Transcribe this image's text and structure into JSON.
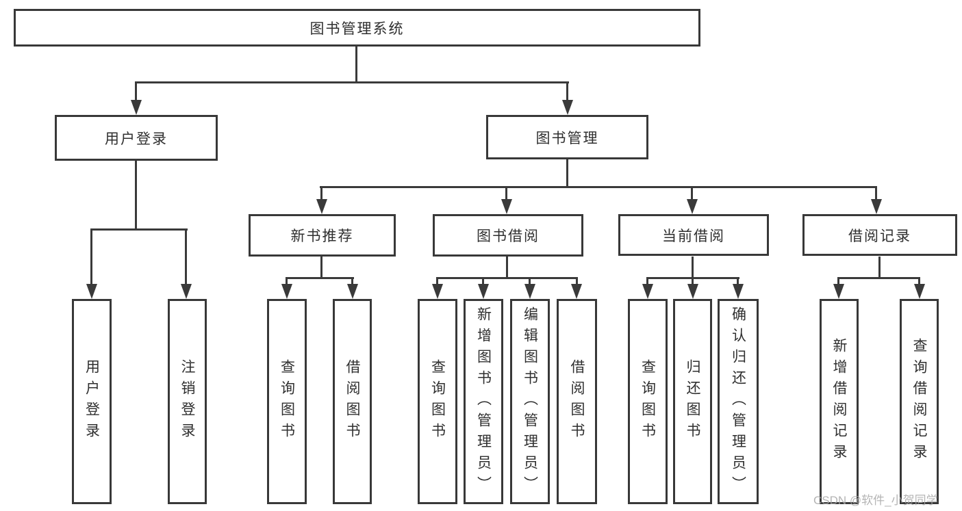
{
  "diagram": {
    "root": {
      "label": "图书管理系统"
    },
    "branches": [
      {
        "label": "用户登录",
        "children": [
          "用户登录",
          "注销登录"
        ]
      },
      {
        "label": "图书管理",
        "children": [
          {
            "label": "新书推荐",
            "children": [
              "查询图书",
              "借阅图书"
            ]
          },
          {
            "label": "图书借阅",
            "children": [
              "查询图书",
              "新增图书（管理员）",
              "编辑图书（管理员）",
              "借阅图书"
            ]
          },
          {
            "label": "当前借阅",
            "children": [
              "查询图书",
              "归还图书",
              "确认归还（管理员）"
            ]
          },
          {
            "label": "借阅记录",
            "children": [
              "新增借阅记录",
              "查询借阅记录"
            ]
          }
        ]
      }
    ]
  },
  "watermark": {
    "text": "CSDN @软件_小贺同学"
  },
  "colors": {
    "line": "#3a3a3a",
    "box_border": "#383838",
    "box_text": "#2f2f2f",
    "watermark": "#a8a8a8"
  }
}
